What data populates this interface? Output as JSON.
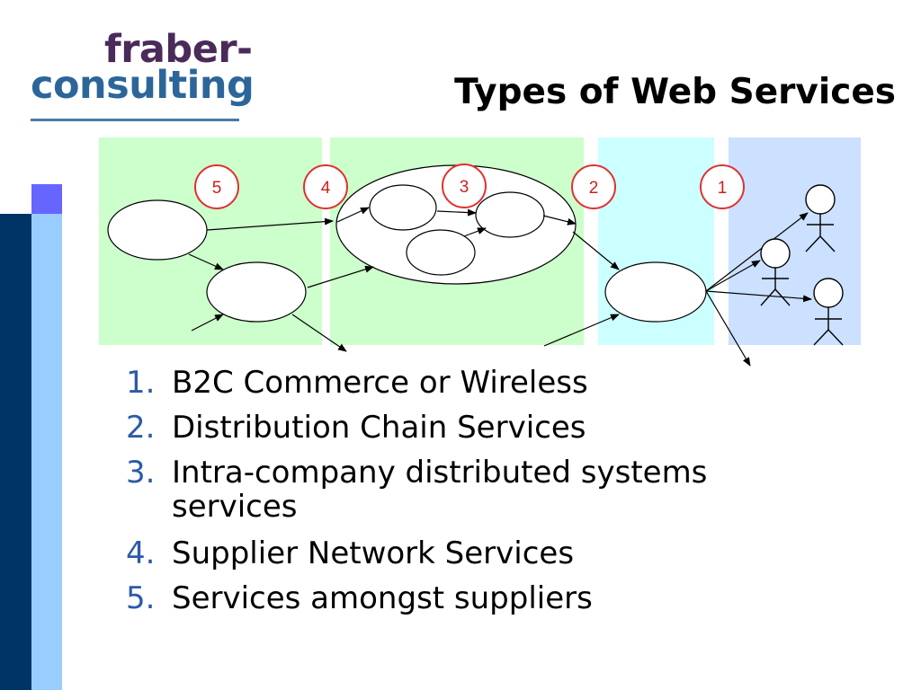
{
  "logo": {
    "line1": "fraber-",
    "line2": "consulting"
  },
  "title": "Types of Web Services",
  "colors": {
    "bar_dark": "#003366",
    "bar_light": "#99ccff",
    "bar_square": "#6666ff",
    "zone_green": "#ccffcc",
    "zone_cyan": "#ccffff",
    "zone_blue": "#cce0ff",
    "badge_border": "#e03030",
    "badge_text": "#cc2020",
    "list_number": "#2b5aa8"
  },
  "diagram": {
    "badges": [
      "5",
      "4",
      "3",
      "2",
      "1"
    ]
  },
  "list": [
    {
      "num": "1.",
      "text": "B2C Commerce or Wireless"
    },
    {
      "num": "2.",
      "text": "Distribution Chain Services"
    },
    {
      "num": "3.",
      "text": "Intra-company distributed systems",
      "text2": "services"
    },
    {
      "num": "4.",
      "text": "Supplier Network Services"
    },
    {
      "num": "5.",
      "text": "Services amongst suppliers"
    }
  ]
}
